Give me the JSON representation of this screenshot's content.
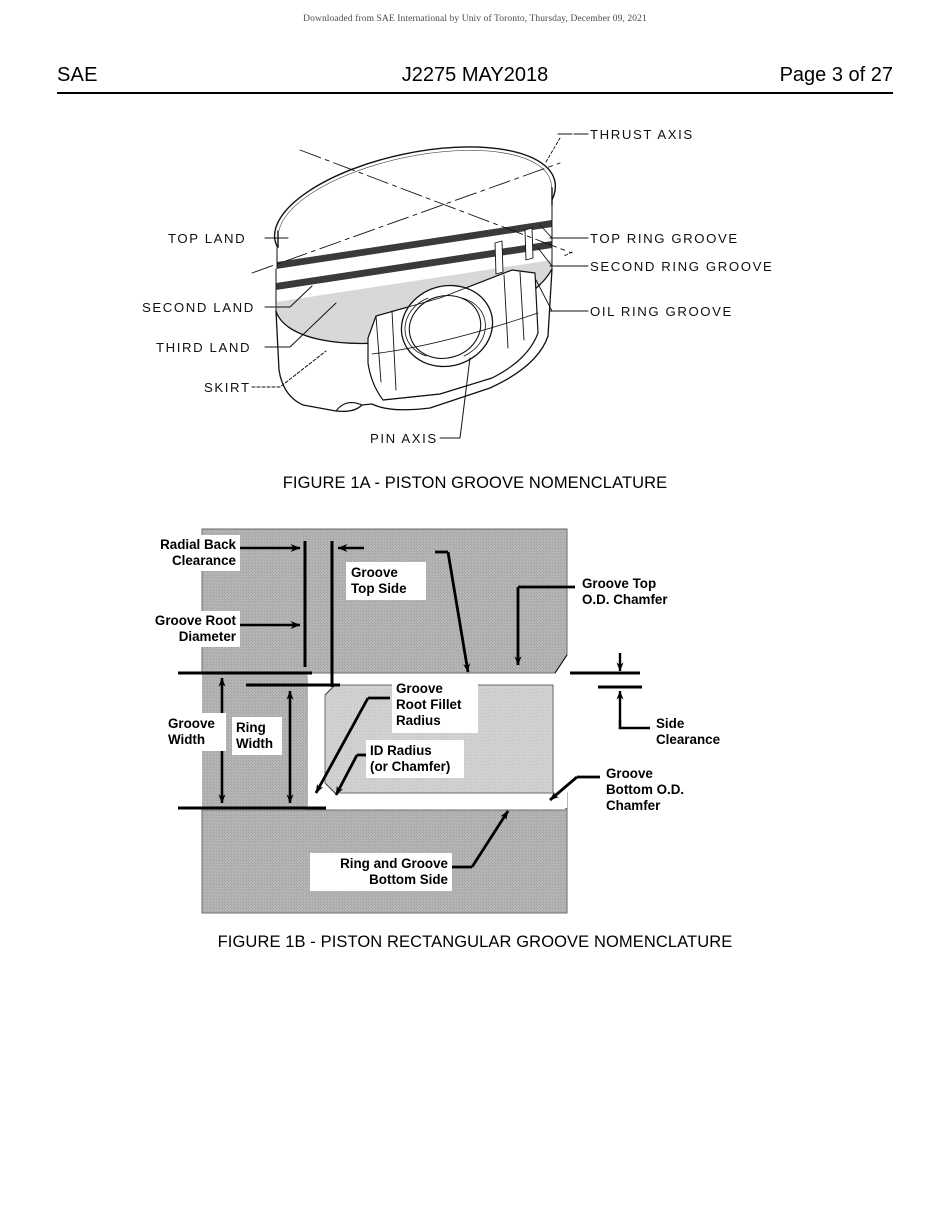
{
  "download_notice": "Downloaded from SAE International by Univ of Toronto, Thursday, December 09, 2021",
  "header": {
    "left": "SAE",
    "center": "J2275 MAY2018",
    "right": "Page 3 of 27"
  },
  "figure_1a": {
    "caption": "FIGURE 1A - PISTON GROOVE NOMENCLATURE",
    "labels_left": [
      {
        "id": "top-land",
        "text": "TOP  LAND"
      },
      {
        "id": "second-land",
        "text": "SECOND  LAND"
      },
      {
        "id": "third-land",
        "text": "THIRD  LAND"
      },
      {
        "id": "skirt",
        "text": "SKIRT"
      }
    ],
    "labels_right": [
      {
        "id": "thrust-axis",
        "text": "THRUST  AXIS"
      },
      {
        "id": "top-ring-groove",
        "text": "TOP  RING  GROOVE"
      },
      {
        "id": "second-ring-groove",
        "text": "SECOND  RING  GROOVE"
      },
      {
        "id": "oil-ring-groove",
        "text": "OIL  RING  GROOVE"
      }
    ],
    "labels_bottom": [
      {
        "id": "pin-axis",
        "text": "PIN  AXIS"
      }
    ]
  },
  "figure_1b": {
    "caption": "FIGURE 1B - PISTON RECTANGULAR GROOVE NOMENCLATURE",
    "callouts": [
      {
        "id": "radial-back-clearance",
        "line1": "Radial Back",
        "line2": "Clearance"
      },
      {
        "id": "groove-root-diameter",
        "line1": "Groove Root",
        "line2": "Diameter"
      },
      {
        "id": "groove-top-side",
        "line1": "Groove",
        "line2": "Top Side"
      },
      {
        "id": "groove-top-od-chamfer",
        "line1": "Groove Top",
        "line2": "O.D. Chamfer"
      },
      {
        "id": "side-clearance",
        "line1": "Side",
        "line2": "Clearance"
      },
      {
        "id": "groove-width",
        "line1": "Groove",
        "line2": "Width"
      },
      {
        "id": "ring-width",
        "line1": "Ring",
        "line2": "Width"
      },
      {
        "id": "groove-root-fillet-radius",
        "line1": "Groove",
        "line2": "Root Fillet",
        "line3": "Radius"
      },
      {
        "id": "id-radius",
        "line1": "ID Radius",
        "line2": "(or Chamfer)"
      },
      {
        "id": "groove-bottom-od-chamfer",
        "line1": "Groove",
        "line2": "Bottom O.D.",
        "line3": "Chamfer"
      },
      {
        "id": "ring-and-groove-bottom-side",
        "line1": "Ring and Groove",
        "line2": "Bottom Side"
      }
    ]
  },
  "colors": {
    "page_background": "#ffffff",
    "ink": "#000000",
    "notice_gray": "#4a4a4a",
    "piston_body_gray": "#b3b3b3",
    "ring_gray": "#cfcfcf",
    "groove_white": "#ffffff"
  }
}
